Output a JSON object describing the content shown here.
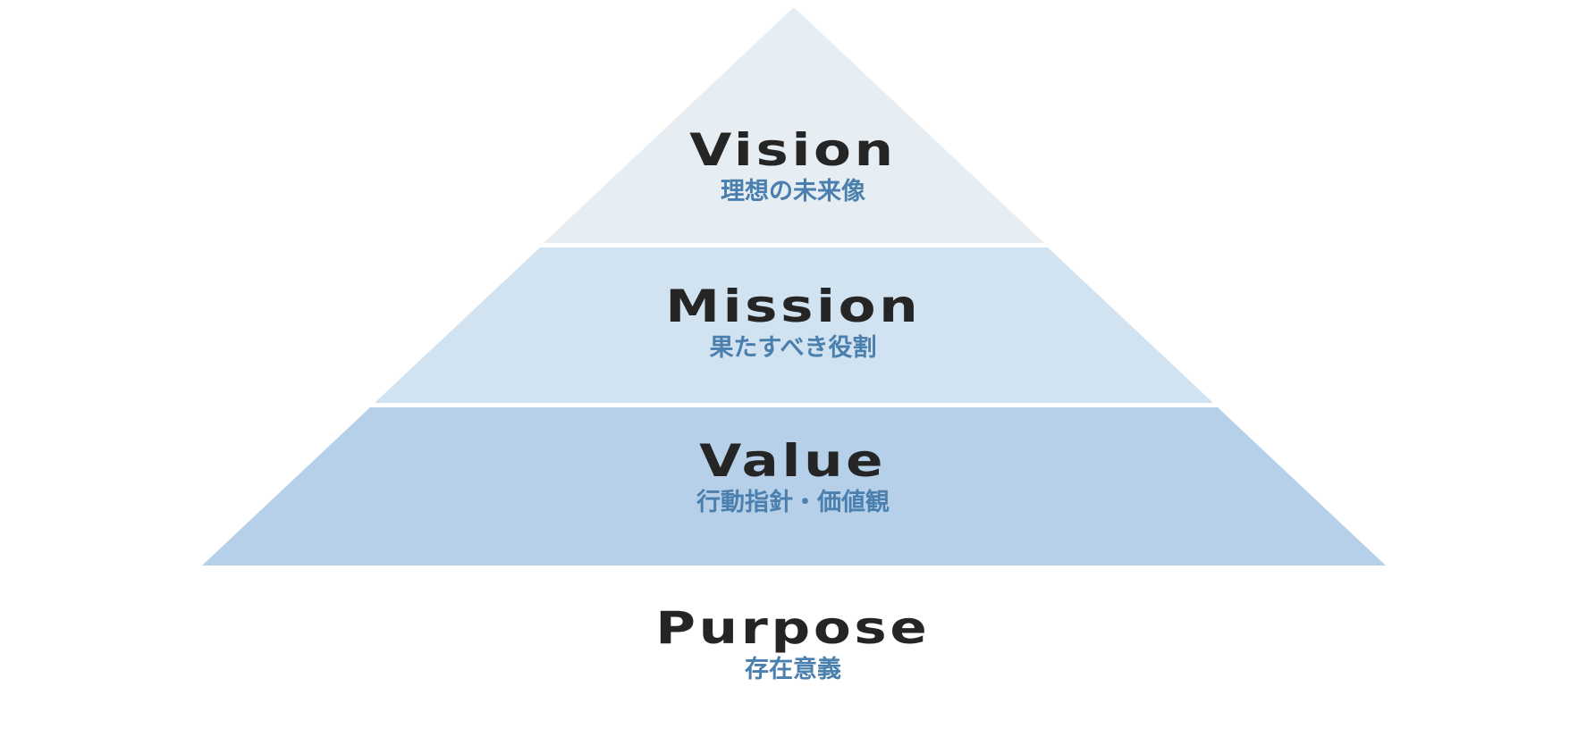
{
  "tiers": [
    {
      "id": "vision",
      "title": "Vision",
      "subtitle": "理想の未来像",
      "color": "#e6edf3"
    },
    {
      "id": "mission",
      "title": "Mission",
      "subtitle": "果たすべき役割",
      "color": "#d1e2f0"
    },
    {
      "id": "value",
      "title": "Value",
      "subtitle": "行動指針・価値観",
      "color": "#b5d0e8"
    }
  ],
  "base": {
    "id": "purpose",
    "title": "Purpose",
    "subtitle": "存在意義"
  },
  "colors": {
    "title_text": "#252525",
    "subtitle_text": "#4a7fae",
    "background": "#ffffff"
  }
}
